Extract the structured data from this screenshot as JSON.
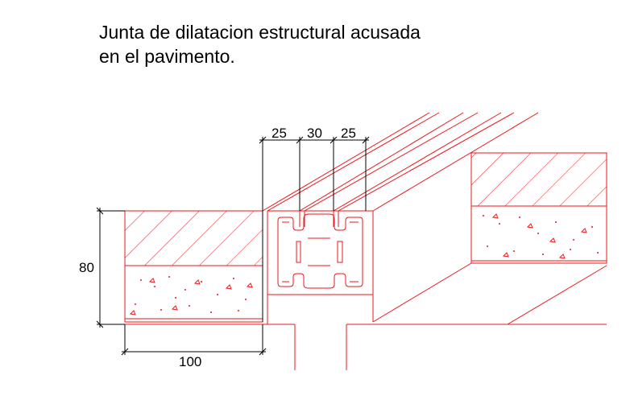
{
  "title": {
    "line1": "Junta de dilatacion estructural acusada",
    "line2": "en el pavimento."
  },
  "dimensions": {
    "left_gap": "25",
    "joint_width": "30",
    "right_gap": "25",
    "height": "80",
    "slab_width": "100"
  },
  "colors": {
    "line": "#e8191e",
    "dimension": "#000000",
    "background": "#ffffff"
  }
}
